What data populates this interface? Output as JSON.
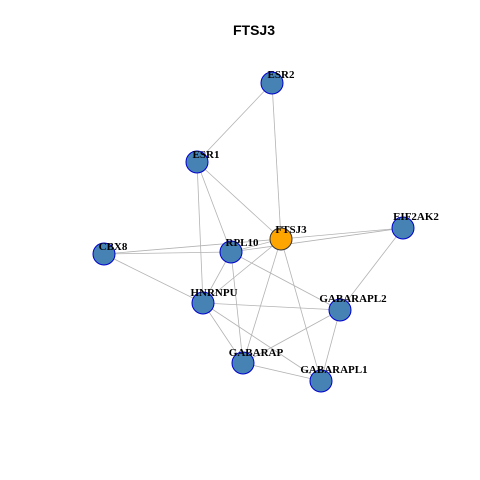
{
  "title": "FTSJ3",
  "colors": {
    "hub": "#ffa500",
    "node": "#4682b4",
    "node_border": "#0000cd",
    "hub_border": "#333333",
    "edge": "#b3b3b3"
  },
  "nodes": [
    {
      "id": "ESR2",
      "label": "ESR2",
      "hub": false
    },
    {
      "id": "ESR1",
      "label": "ESR1",
      "hub": false
    },
    {
      "id": "FTSJ3",
      "label": "FTSJ3",
      "hub": true
    },
    {
      "id": "EIF2AK2",
      "label": "EIF2AK2",
      "hub": false
    },
    {
      "id": "CBX8",
      "label": "CBX8",
      "hub": false
    },
    {
      "id": "RPL10",
      "label": "RPL10",
      "hub": false
    },
    {
      "id": "HNRNPU",
      "label": "HNRNPU",
      "hub": false
    },
    {
      "id": "GABARAPL2",
      "label": "GABARAPL2",
      "hub": false
    },
    {
      "id": "GABARAP",
      "label": "GABARAP",
      "hub": false
    },
    {
      "id": "GABARAPL1",
      "label": "GABARAPL1",
      "hub": false
    }
  ],
  "edges": [
    [
      "ESR2",
      "ESR1"
    ],
    [
      "ESR2",
      "FTSJ3"
    ],
    [
      "ESR1",
      "FTSJ3"
    ],
    [
      "ESR1",
      "RPL10"
    ],
    [
      "ESR1",
      "HNRNPU"
    ],
    [
      "FTSJ3",
      "EIF2AK2"
    ],
    [
      "FTSJ3",
      "CBX8"
    ],
    [
      "FTSJ3",
      "RPL10"
    ],
    [
      "FTSJ3",
      "HNRNPU"
    ],
    [
      "FTSJ3",
      "GABARAP"
    ],
    [
      "FTSJ3",
      "GABARAPL1"
    ],
    [
      "EIF2AK2",
      "RPL10"
    ],
    [
      "EIF2AK2",
      "GABARAPL2"
    ],
    [
      "CBX8",
      "RPL10"
    ],
    [
      "CBX8",
      "HNRNPU"
    ],
    [
      "RPL10",
      "HNRNPU"
    ],
    [
      "RPL10",
      "GABARAPL2"
    ],
    [
      "RPL10",
      "GABARAP"
    ],
    [
      "HNRNPU",
      "GABARAPL2"
    ],
    [
      "HNRNPU",
      "GABARAP"
    ],
    [
      "HNRNPU",
      "GABARAPL1"
    ],
    [
      "GABARAPL2",
      "GABARAP"
    ],
    [
      "GABARAPL2",
      "GABARAPL1"
    ],
    [
      "GABARAP",
      "GABARAPL1"
    ]
  ]
}
